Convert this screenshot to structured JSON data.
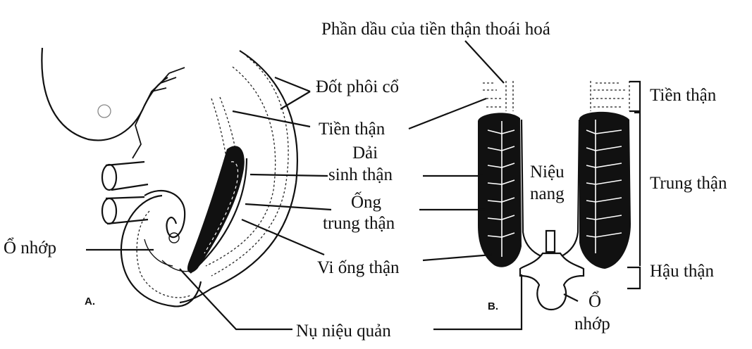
{
  "labels": {
    "head_pronephros_degenerated": "Phần dầu của tiền thận thoái hoá",
    "cervical_somites": "Đốt phôi cổ",
    "pronephros_a": "Tiền thận",
    "nephrogenic_cord_1": "Dải",
    "nephrogenic_cord_2": "sinh thận",
    "mesonephric_duct_1": "Ống",
    "mesonephric_duct_2": "trung thận",
    "cloaca_a": "Ổ nhớp",
    "kidney_tubule": "Vi ống thận",
    "ureteric_bud": "Nụ niệu quản",
    "panel_a": "A.",
    "panel_b": "B.",
    "allantois_1": "Niệu",
    "allantois_2": "nang",
    "cloaca_b_1": "Ổ",
    "cloaca_b_2": "nhớp",
    "pronephros_b": "Tiền thận",
    "mesonephros": "Trung thận",
    "metanephros": "Hậu thận"
  }
}
